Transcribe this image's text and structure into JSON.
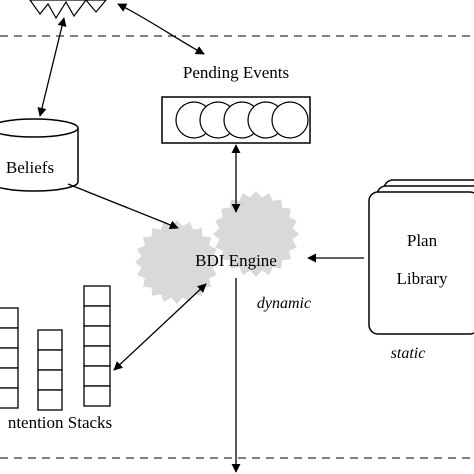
{
  "diagram": {
    "pending_events_label": "Pending Events",
    "beliefs_label": "Beliefs",
    "engine_label": "BDI Engine",
    "engine_state_label": "dynamic",
    "plan_library_line1": "Plan",
    "plan_library_line2": "Library",
    "library_state_label": "static",
    "intention_stacks_label": "ntention Stacks",
    "event_queue_slots": 5
  },
  "colors": {
    "line": "#000000",
    "gear": "#d9d9d9",
    "background": "#ffffff"
  }
}
